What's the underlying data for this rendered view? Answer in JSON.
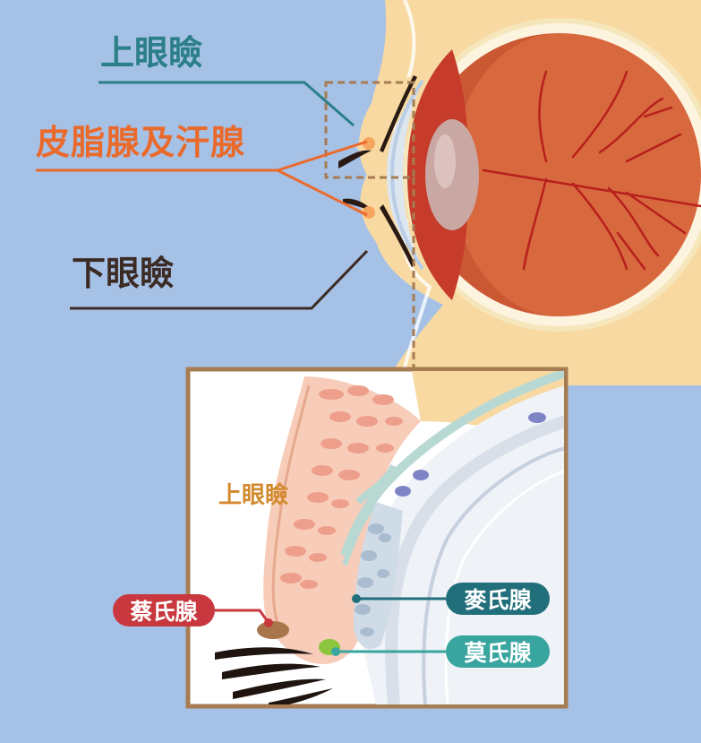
{
  "labels": {
    "upper_eyelid": "上眼瞼",
    "glands": "皮脂腺及汗腺",
    "lower_eyelid": "下眼瞼"
  },
  "inset": {
    "upper_eyelid": "上眼瞼",
    "zeis_gland": "蔡氏腺",
    "moll_gland": "麥氏腺",
    "meibomian_gland": "莫氏腺"
  },
  "colors": {
    "background": "#a6c1e6",
    "skin": "#f8d9a2",
    "eyeball": "#d8683e",
    "upper_label": "#2b7f88",
    "glands_label": "#ea6a2c",
    "lower_label": "#3c2b24",
    "zeis": "#c8383e",
    "moll": "#226f7c",
    "meibomian": "#39a59f"
  }
}
